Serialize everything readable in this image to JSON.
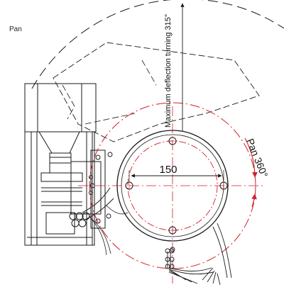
{
  "view_label": "Pan",
  "annotations": {
    "max_deflection": "Maximum deflection turning 315°",
    "pan_range": "Pan 360°",
    "bolt_spacing": "150"
  },
  "colors": {
    "outline": "#1a1a1a",
    "centerline": "#d21f2b",
    "background": "#ffffff"
  },
  "icons": {
    "rotation_arrow": "arrowhead-marker",
    "dimension_arrow": "arrowhead-marker"
  }
}
